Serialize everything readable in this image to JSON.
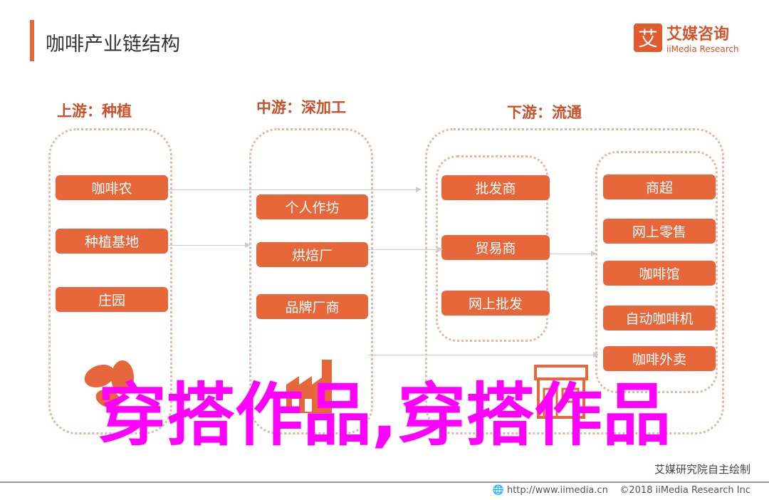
{
  "title": "咖啡产业链结构",
  "logo": {
    "mark": "艾",
    "cn": "艾媒咨询",
    "en": "iiMedia Research"
  },
  "upstream": {
    "heading": "上游：种植",
    "items": [
      "咖啡农",
      "种植基地",
      "庄园"
    ]
  },
  "midstream": {
    "heading": "中游：深加工",
    "items": [
      "个人作坊",
      "烘焙厂",
      "品牌厂商"
    ]
  },
  "downstream": {
    "heading": "下游：流通",
    "left": [
      "批发商",
      "贸易商",
      "网上批发"
    ],
    "right": [
      "商超",
      "网上零售",
      "咖啡馆",
      "自动咖啡机",
      "咖啡外卖"
    ]
  },
  "note": "艾媒研究院自主绘制",
  "footer": {
    "url": "http://www.iimedia.cn",
    "copyright": "©2018  iiMedia Research  Inc"
  },
  "overlay": "穿搭作品,穿搭作品"
}
